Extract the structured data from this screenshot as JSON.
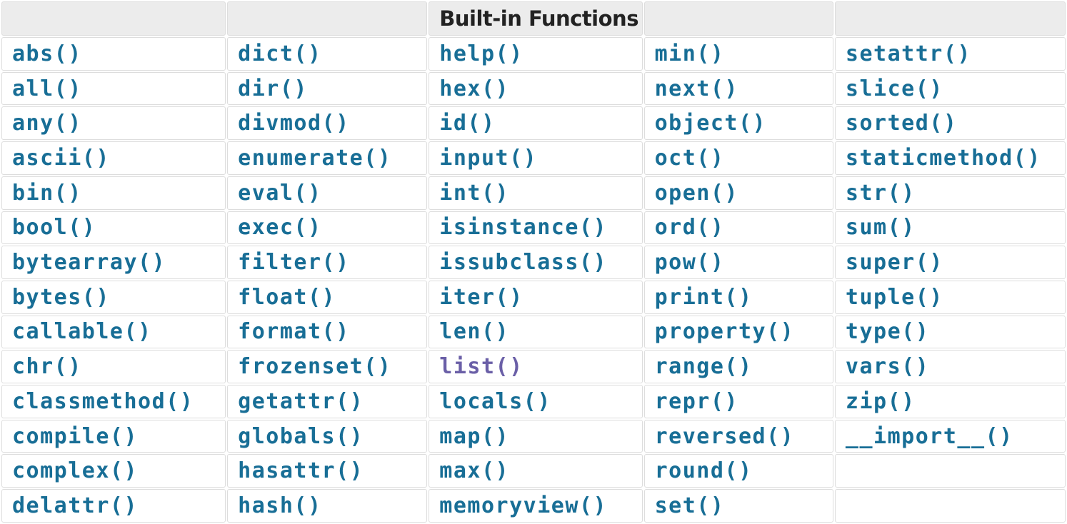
{
  "table": {
    "header": {
      "title": "Built-in Functions",
      "title_column_index": 2,
      "column_count": 5
    },
    "colors": {
      "link": "#186e96",
      "visited_link": "#6a5fa7",
      "header_background": "#ececec",
      "header_text": "#222222",
      "cell_border": "#dddddd",
      "cell_background": "#ffffff"
    },
    "visited_links": [
      "list()"
    ],
    "rows": [
      [
        "abs()",
        "dict()",
        "help()",
        "min()",
        "setattr()"
      ],
      [
        "all()",
        "dir()",
        "hex()",
        "next()",
        "slice()"
      ],
      [
        "any()",
        "divmod()",
        "id()",
        "object()",
        "sorted()"
      ],
      [
        "ascii()",
        "enumerate()",
        "input()",
        "oct()",
        "staticmethod()"
      ],
      [
        "bin()",
        "eval()",
        "int()",
        "open()",
        "str()"
      ],
      [
        "bool()",
        "exec()",
        "isinstance()",
        "ord()",
        "sum()"
      ],
      [
        "bytearray()",
        "filter()",
        "issubclass()",
        "pow()",
        "super()"
      ],
      [
        "bytes()",
        "float()",
        "iter()",
        "print()",
        "tuple()"
      ],
      [
        "callable()",
        "format()",
        "len()",
        "property()",
        "type()"
      ],
      [
        "chr()",
        "frozenset()",
        "list()",
        "range()",
        "vars()"
      ],
      [
        "classmethod()",
        "getattr()",
        "locals()",
        "repr()",
        "zip()"
      ],
      [
        "compile()",
        "globals()",
        "map()",
        "reversed()",
        "__import__()"
      ],
      [
        "complex()",
        "hasattr()",
        "max()",
        "round()",
        ""
      ],
      [
        "delattr()",
        "hash()",
        "memoryview()",
        "set()",
        ""
      ]
    ]
  }
}
